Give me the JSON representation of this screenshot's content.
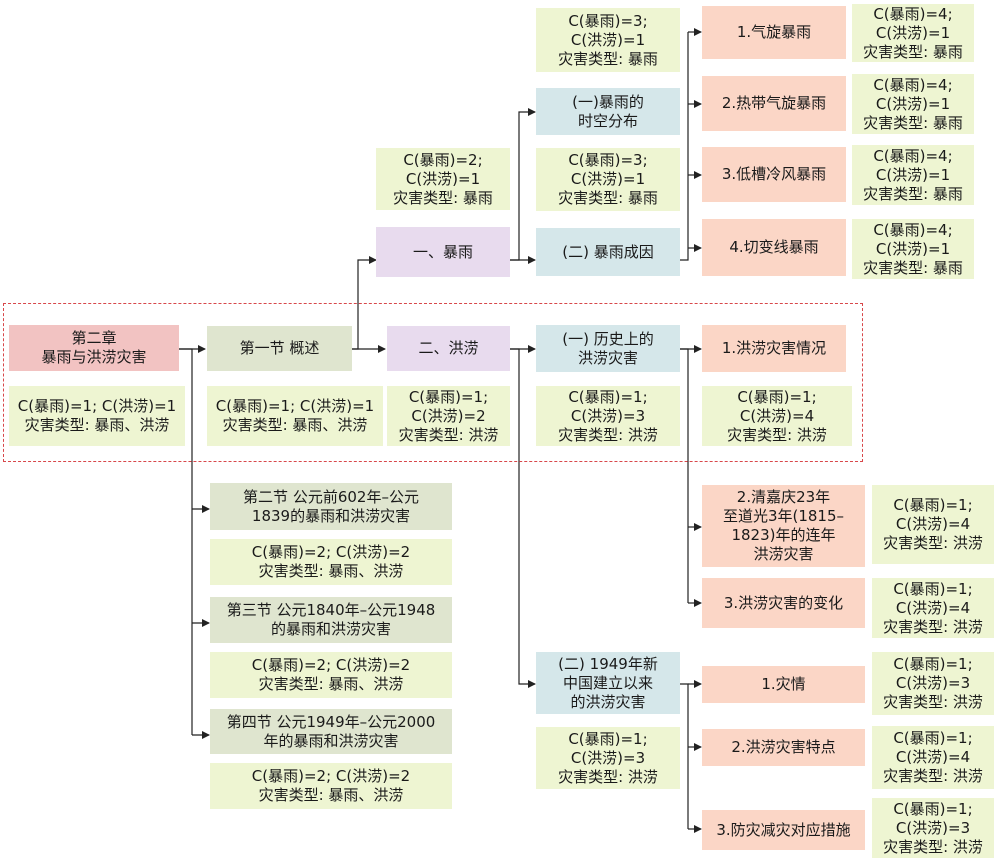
{
  "chapter": {
    "title": "第二章\n暴雨与洪涝灾害",
    "info": "C(暴雨)=1; C(洪涝)=1\n灾害类型: 暴雨、洪涝"
  },
  "section1": {
    "title": "第一节 概述",
    "info": "C(暴雨)=1; C(洪涝)=1\n灾害类型: 暴雨、洪涝"
  },
  "rainstorm": {
    "title": "一、暴雨",
    "info": "C(暴雨)=2;\nC(洪涝)=1\n灾害类型: 暴雨",
    "sub1": {
      "title": "(一)暴雨的\n时空分布",
      "info": "C(暴雨)=3;\nC(洪涝)=1\n灾害类型: 暴雨"
    },
    "sub2": {
      "title": "(二) 暴雨成因",
      "info": "C(暴雨)=3;\nC(洪涝)=1\n灾害类型: 暴雨"
    },
    "items": [
      {
        "label": "1.气旋暴雨",
        "info": "C(暴雨)=4;\nC(洪涝)=1\n灾害类型: 暴雨"
      },
      {
        "label": "2.热带气旋暴雨",
        "info": "C(暴雨)=4;\nC(洪涝)=1\n灾害类型: 暴雨"
      },
      {
        "label": "3.低槽冷风暴雨",
        "info": "C(暴雨)=4;\nC(洪涝)=1\n灾害类型: 暴雨"
      },
      {
        "label": "4.切变线暴雨",
        "info": "C(暴雨)=4;\nC(洪涝)=1\n灾害类型: 暴雨"
      }
    ]
  },
  "flood": {
    "title": "二、洪涝",
    "info": "C(暴雨)=1;\nC(洪涝)=2\n灾害类型: 洪涝",
    "sub1": {
      "title": "(一) 历史上的\n洪涝灾害",
      "info": "C(暴雨)=1;\nC(洪涝)=3\n灾害类型: 洪涝"
    },
    "sub2": {
      "title": "(二) 1949年新\n中国建立以来\n的洪涝灾害",
      "info": "C(暴雨)=1;\nC(洪涝)=3\n灾害类型: 洪涝"
    },
    "items1": [
      {
        "label": "1.洪涝灾害情况",
        "info": "C(暴雨)=1;\nC(洪涝)=4\n灾害类型: 洪涝"
      },
      {
        "label": "2.清嘉庆23年\n至道光3年(1815–\n1823)年的连年\n洪涝灾害",
        "info": "C(暴雨)=1;\nC(洪涝)=4\n灾害类型: 洪涝"
      },
      {
        "label": "3.洪涝灾害的变化",
        "info": "C(暴雨)=1;\nC(洪涝)=4\n灾害类型: 洪涝"
      }
    ],
    "items2": [
      {
        "label": "1.灾情",
        "info": "C(暴雨)=1;\nC(洪涝)=3\n灾害类型: 洪涝"
      },
      {
        "label": "2.洪涝灾害特点",
        "info": "C(暴雨)=1;\nC(洪涝)=4\n灾害类型: 洪涝"
      },
      {
        "label": "3.防灾减灾对应措施",
        "info": "C(暴雨)=1;\nC(洪涝)=3\n灾害类型: 洪涝"
      }
    ]
  },
  "sections": [
    {
      "title": "第二节 公元前602年–公元\n1839的暴雨和洪涝灾害",
      "info": "C(暴雨)=2; C(洪涝)=2\n灾害类型: 暴雨、洪涝"
    },
    {
      "title": "第三节 公元1840年–公元1948\n的暴雨和洪涝灾害",
      "info": "C(暴雨)=2; C(洪涝)=2\n灾害类型: 暴雨、洪涝"
    },
    {
      "title": "第四节 公元1949年–公元2000\n年的暴雨和洪涝灾害",
      "info": "C(暴雨)=2; C(洪涝)=2\n灾害类型: 暴雨、洪涝"
    }
  ],
  "colors": {
    "chapter": "#f2c3c2",
    "section": "#dfe5cf",
    "rainstorm": "#e8dbee",
    "subsection": "#d5e7ea",
    "item": "#fbd6c6",
    "info": "#eef5d2",
    "connector": "#222222",
    "highlight_border": "#d8474a"
  }
}
